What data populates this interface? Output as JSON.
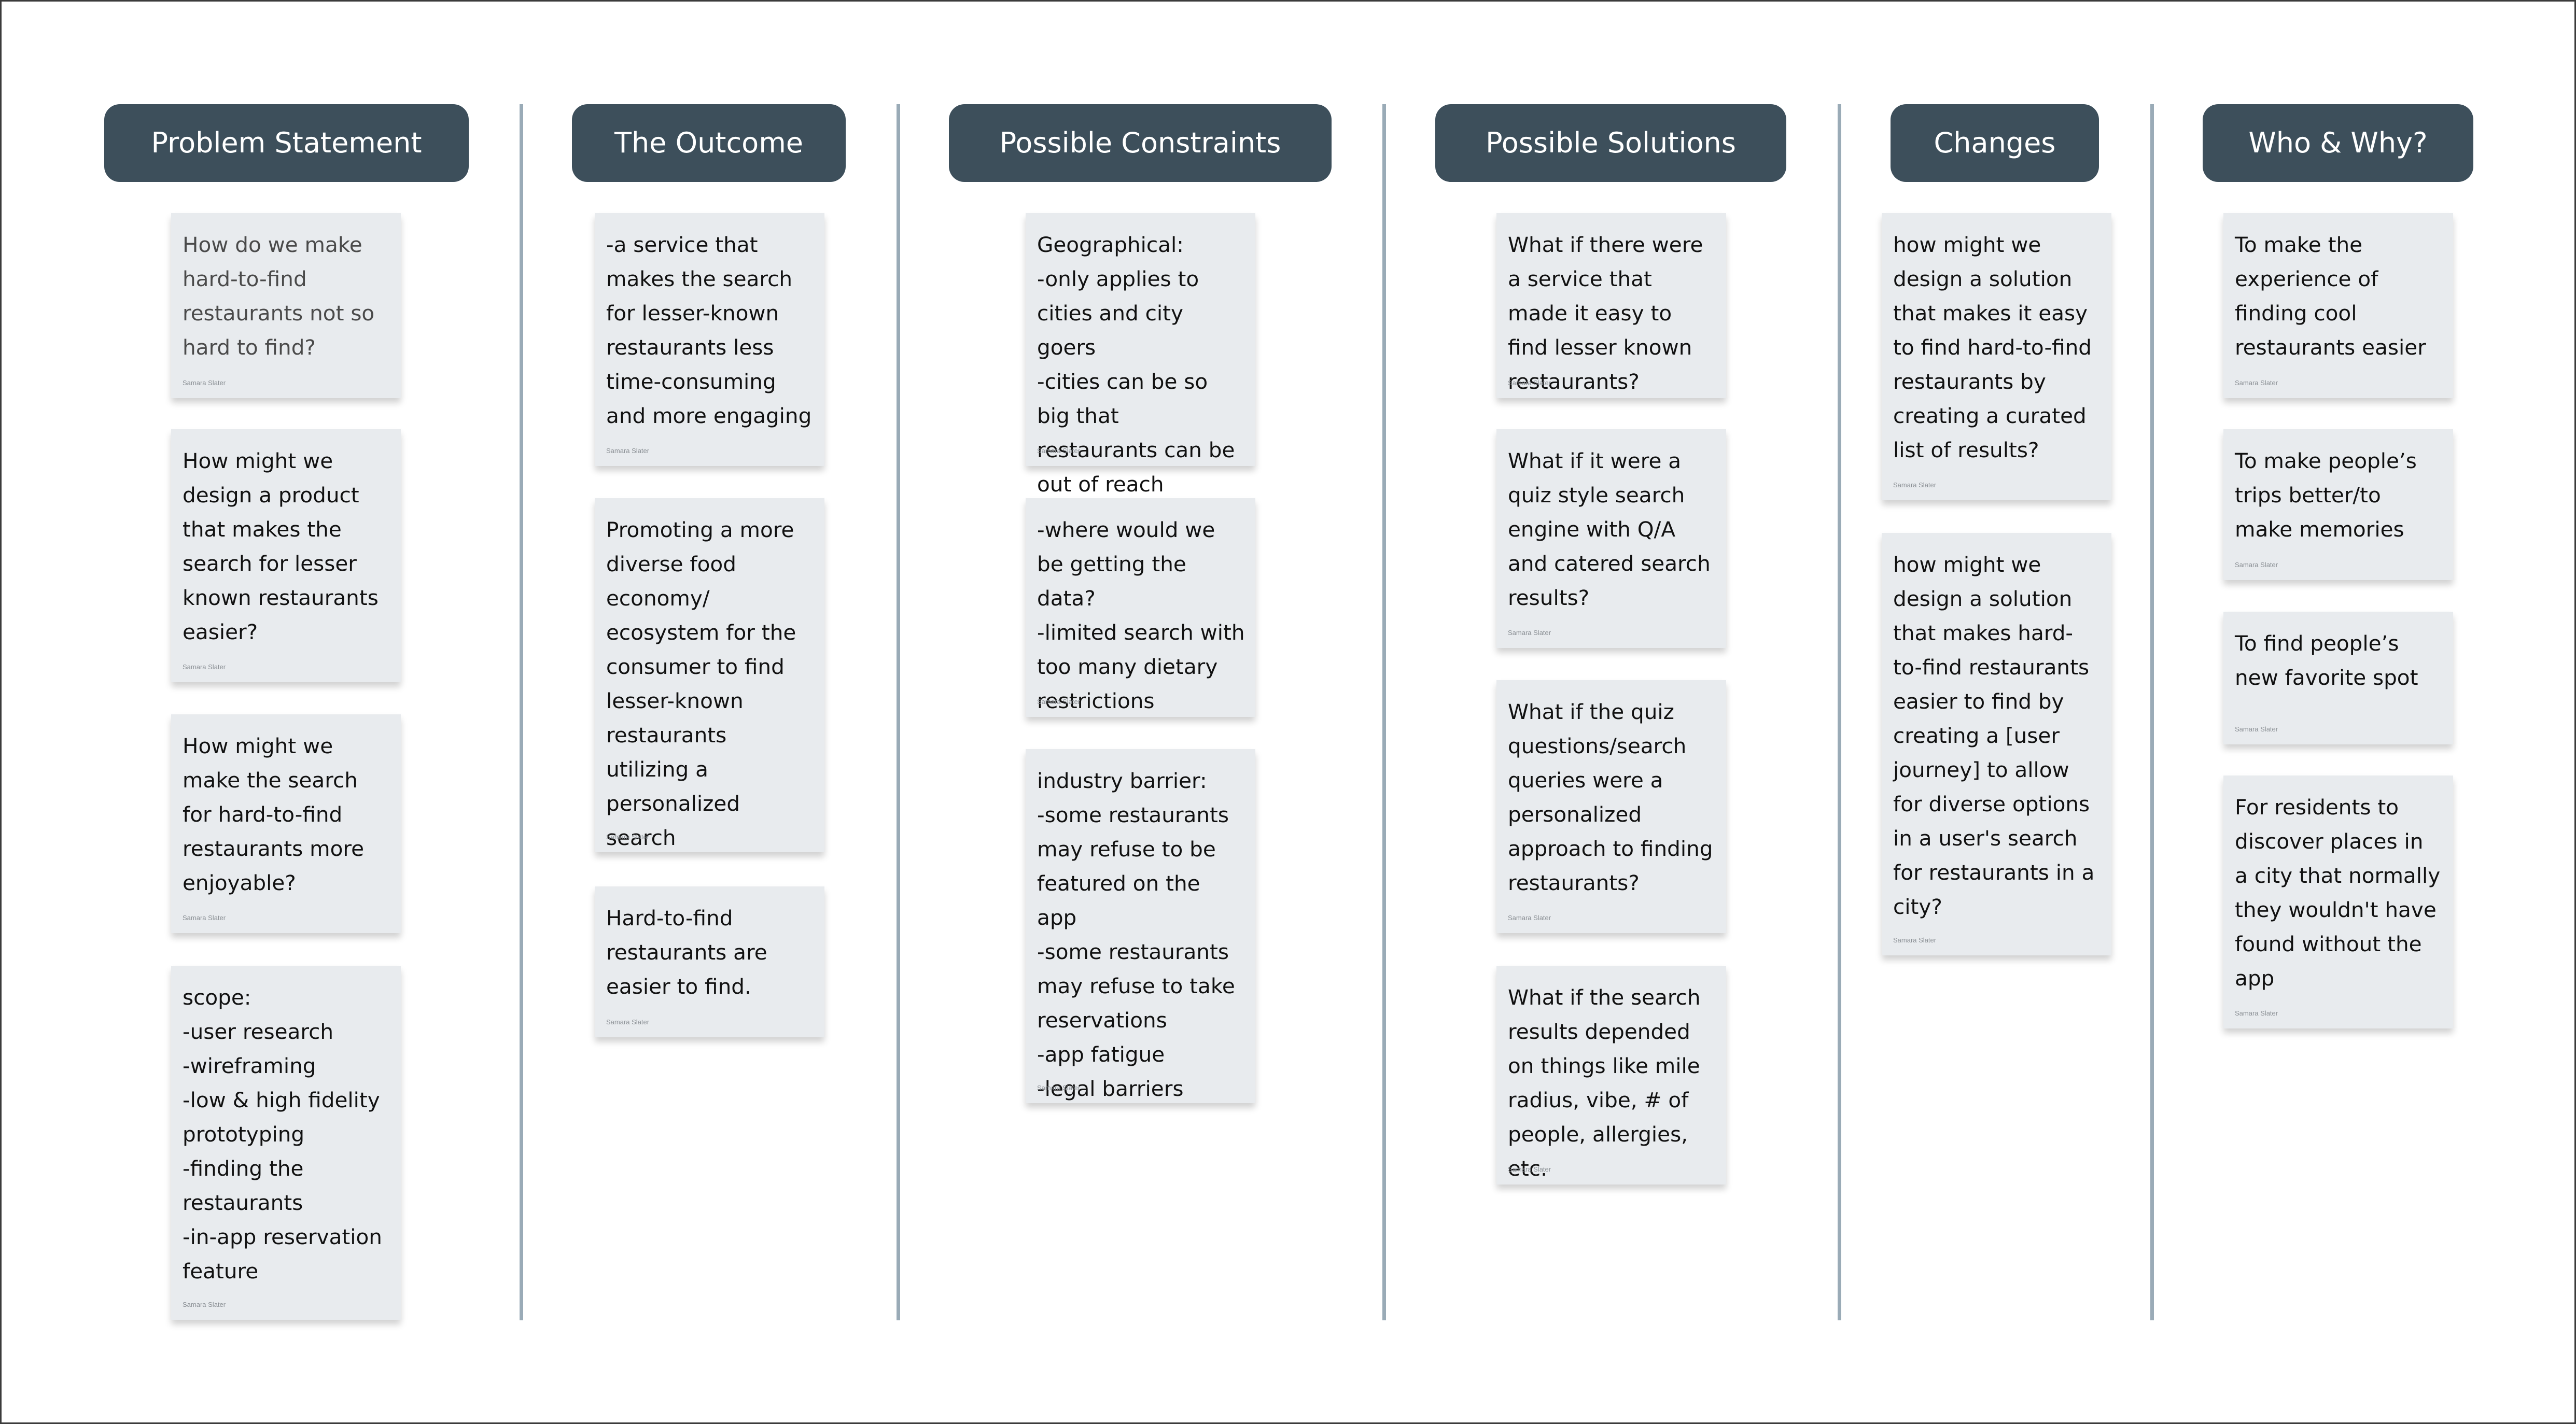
{
  "author": "Samara Slater",
  "columns": [
    {
      "title": "Problem Statement",
      "notes": [
        "How do we make hard-to-find restaurants not so hard to find?",
        "How might we design a product that makes the search for lesser known restaurants easier?",
        "How might we make the search for hard-to-find restaurants more enjoyable?",
        "scope:\n-user research\n-wireframing\n-low & high fidelity prototyping\n-finding the restaurants\n-in-app reservation feature"
      ]
    },
    {
      "title": "The Outcome",
      "notes": [
        "-a service that makes the search for lesser-known restaurants less time-consuming and more engaging",
        "Promoting a more diverse food economy/ ecosystem for the consumer to find lesser-known restaurants utilizing a personalized search",
        "Hard-to-find restaurants are easier to find."
      ]
    },
    {
      "title": "Possible Constraints",
      "notes": [
        "Geographical:\n-only applies to cities and city goers\n-cities can be so big that restaurants can be out of reach",
        "-where would we be getting the data?\n-limited search with too many dietary restrictions",
        "industry barrier:\n-some restaurants may refuse to be featured on the app\n-some restaurants may refuse to take reservations\n-app fatigue\n-legal barriers"
      ]
    },
    {
      "title": "Possible Solutions",
      "notes": [
        "What if there were a service that made it easy to find lesser known restaurants?",
        "What if it were a quiz style search engine with Q/A and catered search results?",
        "What if the quiz questions/search queries were a personalized approach to finding restaurants?",
        "What if the search results depended on things like mile radius, vibe, # of people, allergies, etc."
      ]
    },
    {
      "title": "Changes",
      "notes": [
        "how might we design a solution that makes it easy to find hard-to-find restaurants by creating a curated list of results?",
        "how might we design a solution that makes hard-to-find restaurants easier to find by creating a [user journey] to allow for diverse options in a user's search for restaurants in a city?"
      ]
    },
    {
      "title": "Who & Why?",
      "notes": [
        "To make the experience of finding cool restaurants easier",
        "To make people’s trips better/to make memories",
        "To find people’s new favorite spot",
        "For residents to discover places in a city that normally they wouldn't have found without the app"
      ]
    }
  ]
}
